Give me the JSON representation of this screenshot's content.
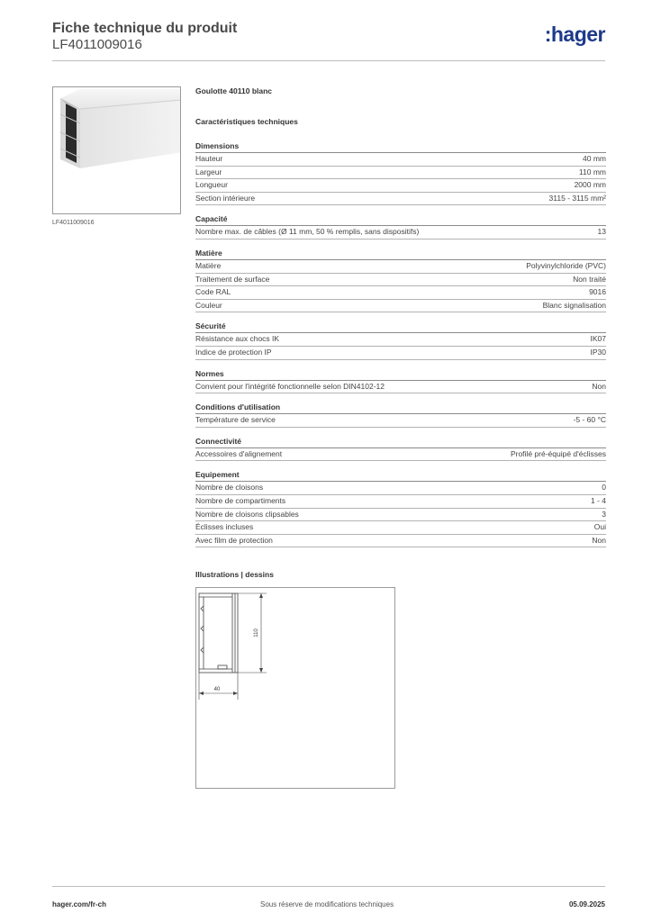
{
  "header": {
    "title": "Fiche technique du produit",
    "product_code": "LF4011009016",
    "logo": ":hager"
  },
  "image": {
    "caption": "LF4011009016"
  },
  "main": {
    "product_name": "Goulotte 40110 blanc",
    "tech_heading": "Caractéristiques techniques",
    "sections": [
      {
        "title": "Dimensions",
        "rows": [
          {
            "label": "Hauteur",
            "value": "40 mm"
          },
          {
            "label": "Largeur",
            "value": "110 mm"
          },
          {
            "label": "Longueur",
            "value": "2000 mm"
          },
          {
            "label": "Section intérieure",
            "value": "3115 - 3115 mm²"
          }
        ]
      },
      {
        "title": "Capacité",
        "rows": [
          {
            "label": "Nombre max. de câbles (Ø 11 mm, 50 % remplis, sans dispositifs)",
            "value": "13"
          }
        ]
      },
      {
        "title": "Matière",
        "rows": [
          {
            "label": "Matière",
            "value": "Polyvinylchloride (PVC)"
          },
          {
            "label": "Traitement de surface",
            "value": "Non traité"
          },
          {
            "label": "Code RAL",
            "value": "9016"
          },
          {
            "label": "Couleur",
            "value": "Blanc signalisation"
          }
        ]
      },
      {
        "title": "Sécurité",
        "rows": [
          {
            "label": "Résistance aux chocs IK",
            "value": "IK07"
          },
          {
            "label": "Indice de protection IP",
            "value": "IP30"
          }
        ]
      },
      {
        "title": "Normes",
        "rows": [
          {
            "label": "Convient pour l'intégrité fonctionnelle selon DIN4102-12",
            "value": "Non"
          }
        ]
      },
      {
        "title": "Conditions d'utilisation",
        "rows": [
          {
            "label": "Température de service",
            "value": "-5 - 60 °C"
          }
        ]
      },
      {
        "title": "Connectivité",
        "rows": [
          {
            "label": "Accessoires d'alignement",
            "value": "Profilé pré-équipé d'éclisses"
          }
        ]
      },
      {
        "title": "Equipement",
        "rows": [
          {
            "label": "Nombre de cloisons",
            "value": "0"
          },
          {
            "label": "Nombre de compartiments",
            "value": "1 - 4"
          },
          {
            "label": "Nombre de cloisons clipsables",
            "value": "3"
          },
          {
            "label": "Éclisses incluses",
            "value": "Oui"
          },
          {
            "label": "Avec film de protection",
            "value": "Non"
          }
        ]
      }
    ]
  },
  "illustrations": {
    "title": "Illustrations | dessins",
    "dim_width": "40",
    "dim_height": "110"
  },
  "footer": {
    "site": "hager.com/fr-ch",
    "note": "Sous réserve de modifications techniques",
    "date": "05.09.2025"
  }
}
